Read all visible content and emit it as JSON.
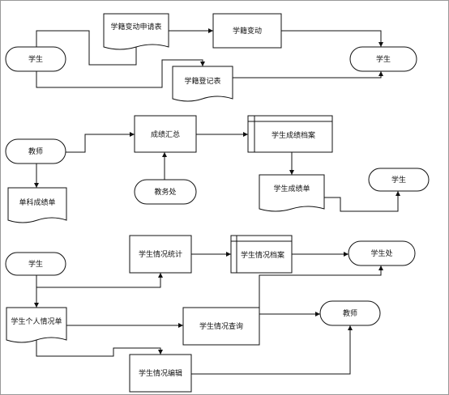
{
  "flow1": {
    "student_left": "学生",
    "change_application": "学籍变动申请表",
    "status_change": "学籍变动",
    "student_right": "学生",
    "registration_form": "学籍登记表"
  },
  "flow2": {
    "teacher": "教师",
    "grade_summary": "成绩汇总",
    "grade_archive": "学生成绩档案",
    "academic_affairs": "教务处",
    "single_subject_sheet": "单科成绩单",
    "student_grade_sheet": "学生成绩单",
    "student": "学生"
  },
  "flow3": {
    "student": "学生",
    "status_statistics": "学生情况统计",
    "status_archive": "学生情况档案",
    "student_office": "学生处",
    "personal_status_form": "学生个人情况单",
    "status_query": "学生情况查询",
    "teacher": "教师",
    "status_editing": "学生情况编辑"
  }
}
